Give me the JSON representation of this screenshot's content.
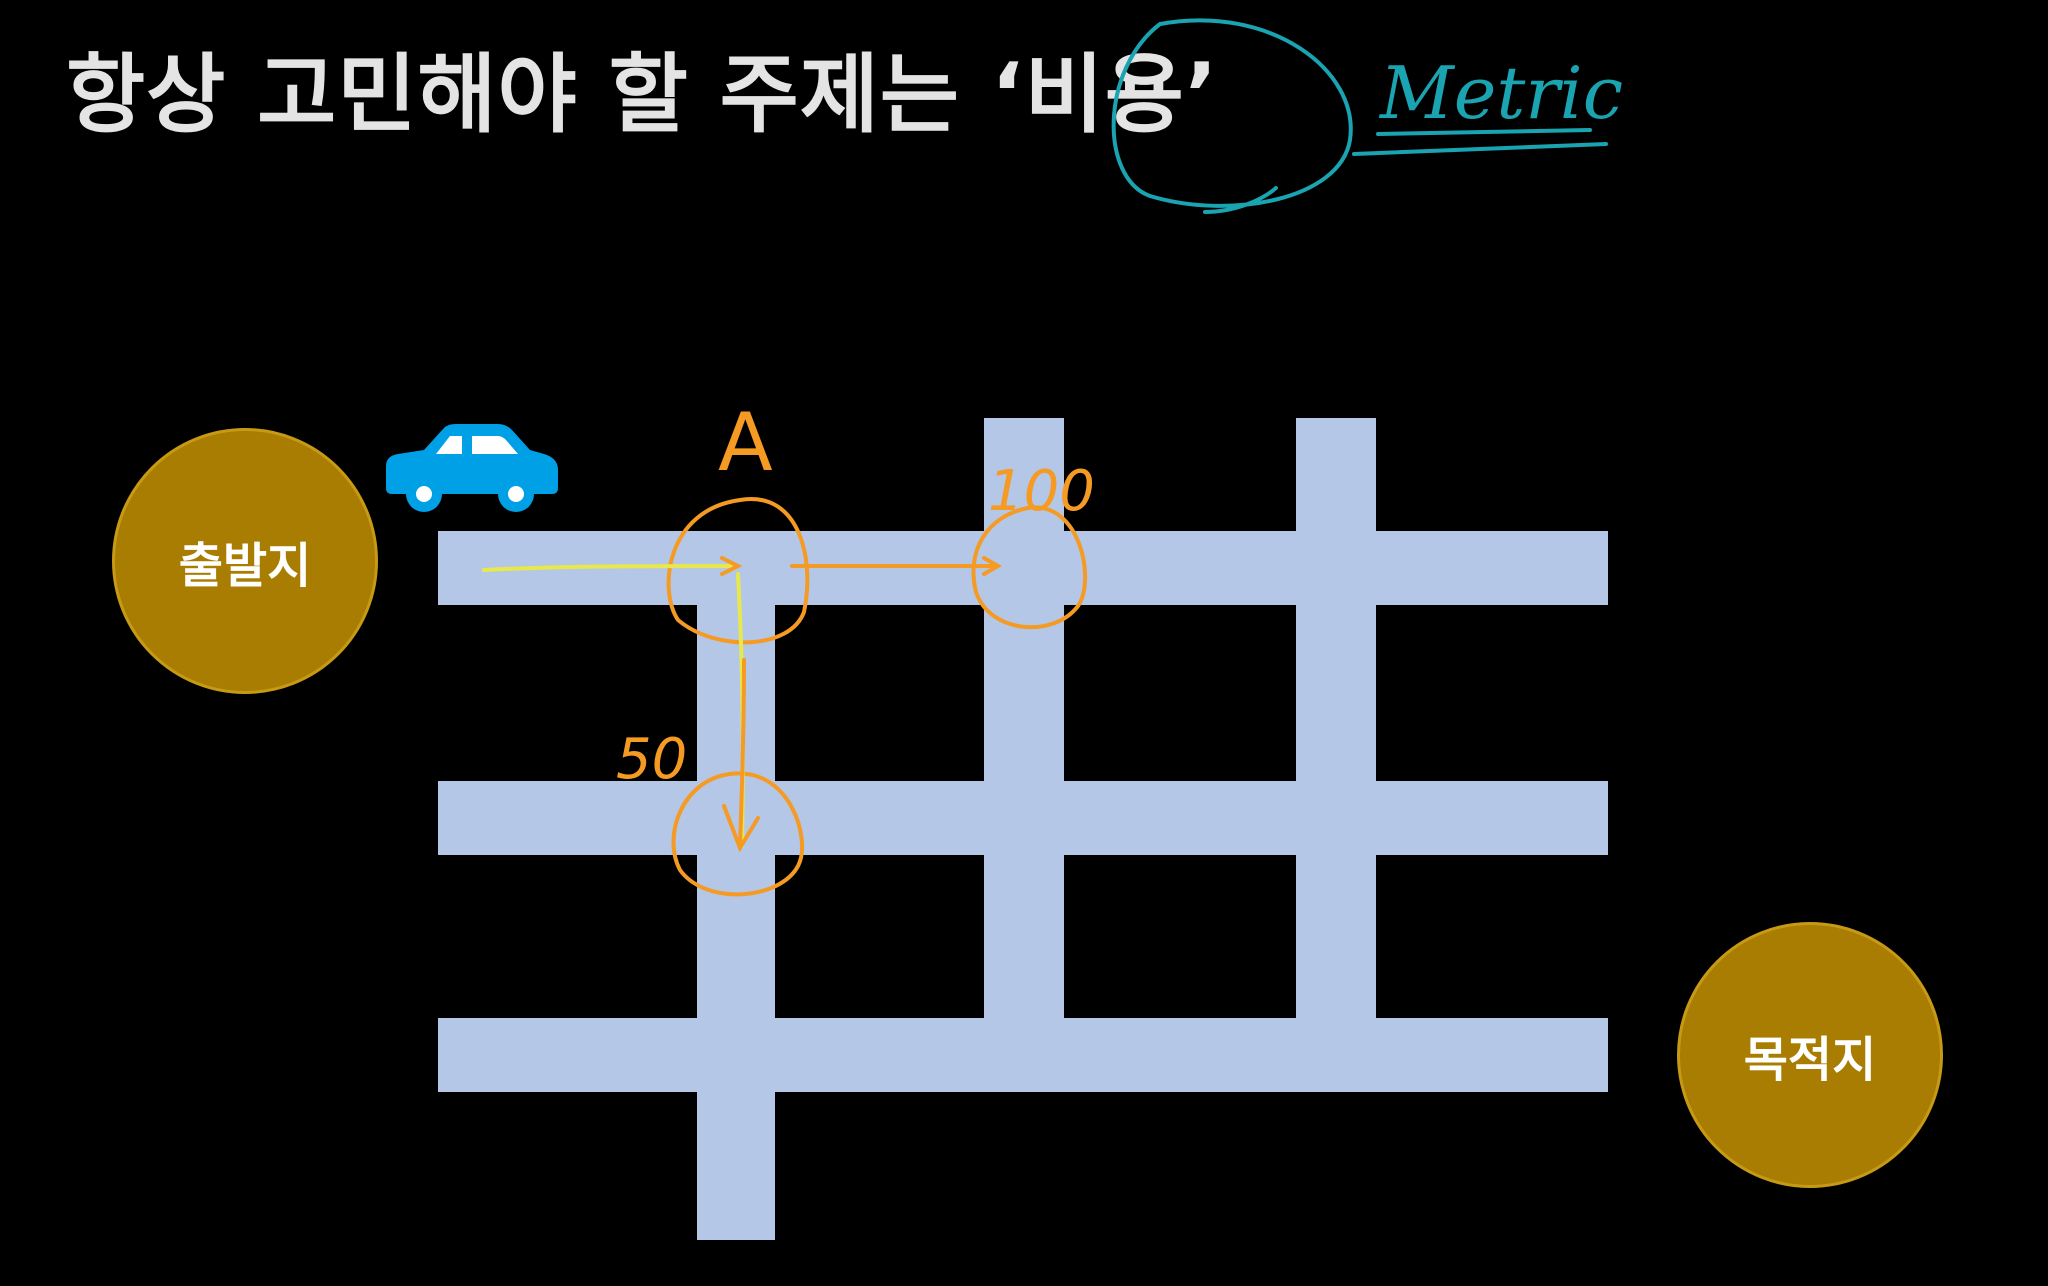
{
  "slide": {
    "title": "항상 고민해야 할 주제는 ‘비용’",
    "start_label": "출발지",
    "destination_label": "목적지"
  },
  "annotations": {
    "metric_note": "Metric",
    "node_label": "A",
    "cost_right": "100",
    "cost_down": "50"
  },
  "colors": {
    "background": "#000000",
    "title": "#e4e4e4",
    "road": "#b4c7e7",
    "place_fill": "#a97d01",
    "car": "#00a0e6",
    "ink_teal": "#1aa3b0",
    "ink_orange": "#f59a23",
    "ink_yellow": "#e8e84a"
  },
  "icons": [
    "car-icon"
  ]
}
